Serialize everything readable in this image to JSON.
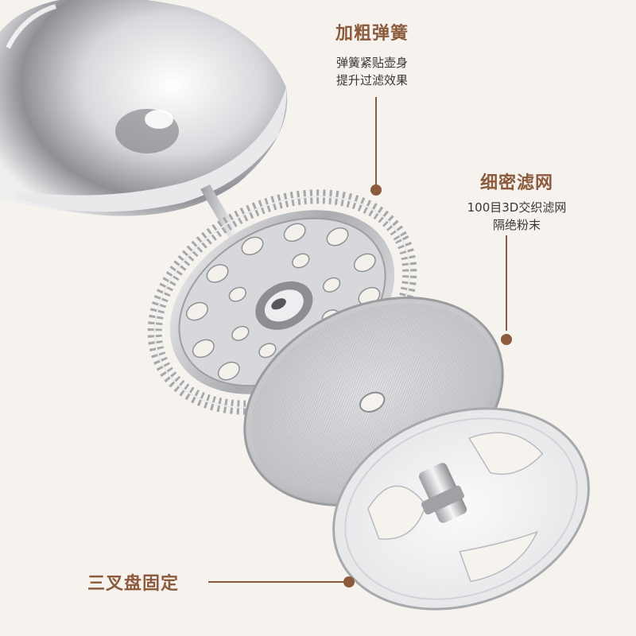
{
  "callouts": {
    "spring": {
      "title": "加粗弹簧",
      "line1": "弹簧紧贴壶身",
      "line2": "提升过滤效果"
    },
    "mesh": {
      "title": "细密滤网",
      "line1": "100目3D交织滤网",
      "line2": "隔绝粉末"
    },
    "plate": {
      "title": "三叉盘固定"
    }
  },
  "colors": {
    "background": "#f6f3ef",
    "accent": "#8c5a3c",
    "text": "#3b3633",
    "steel": "#c9cacd"
  }
}
